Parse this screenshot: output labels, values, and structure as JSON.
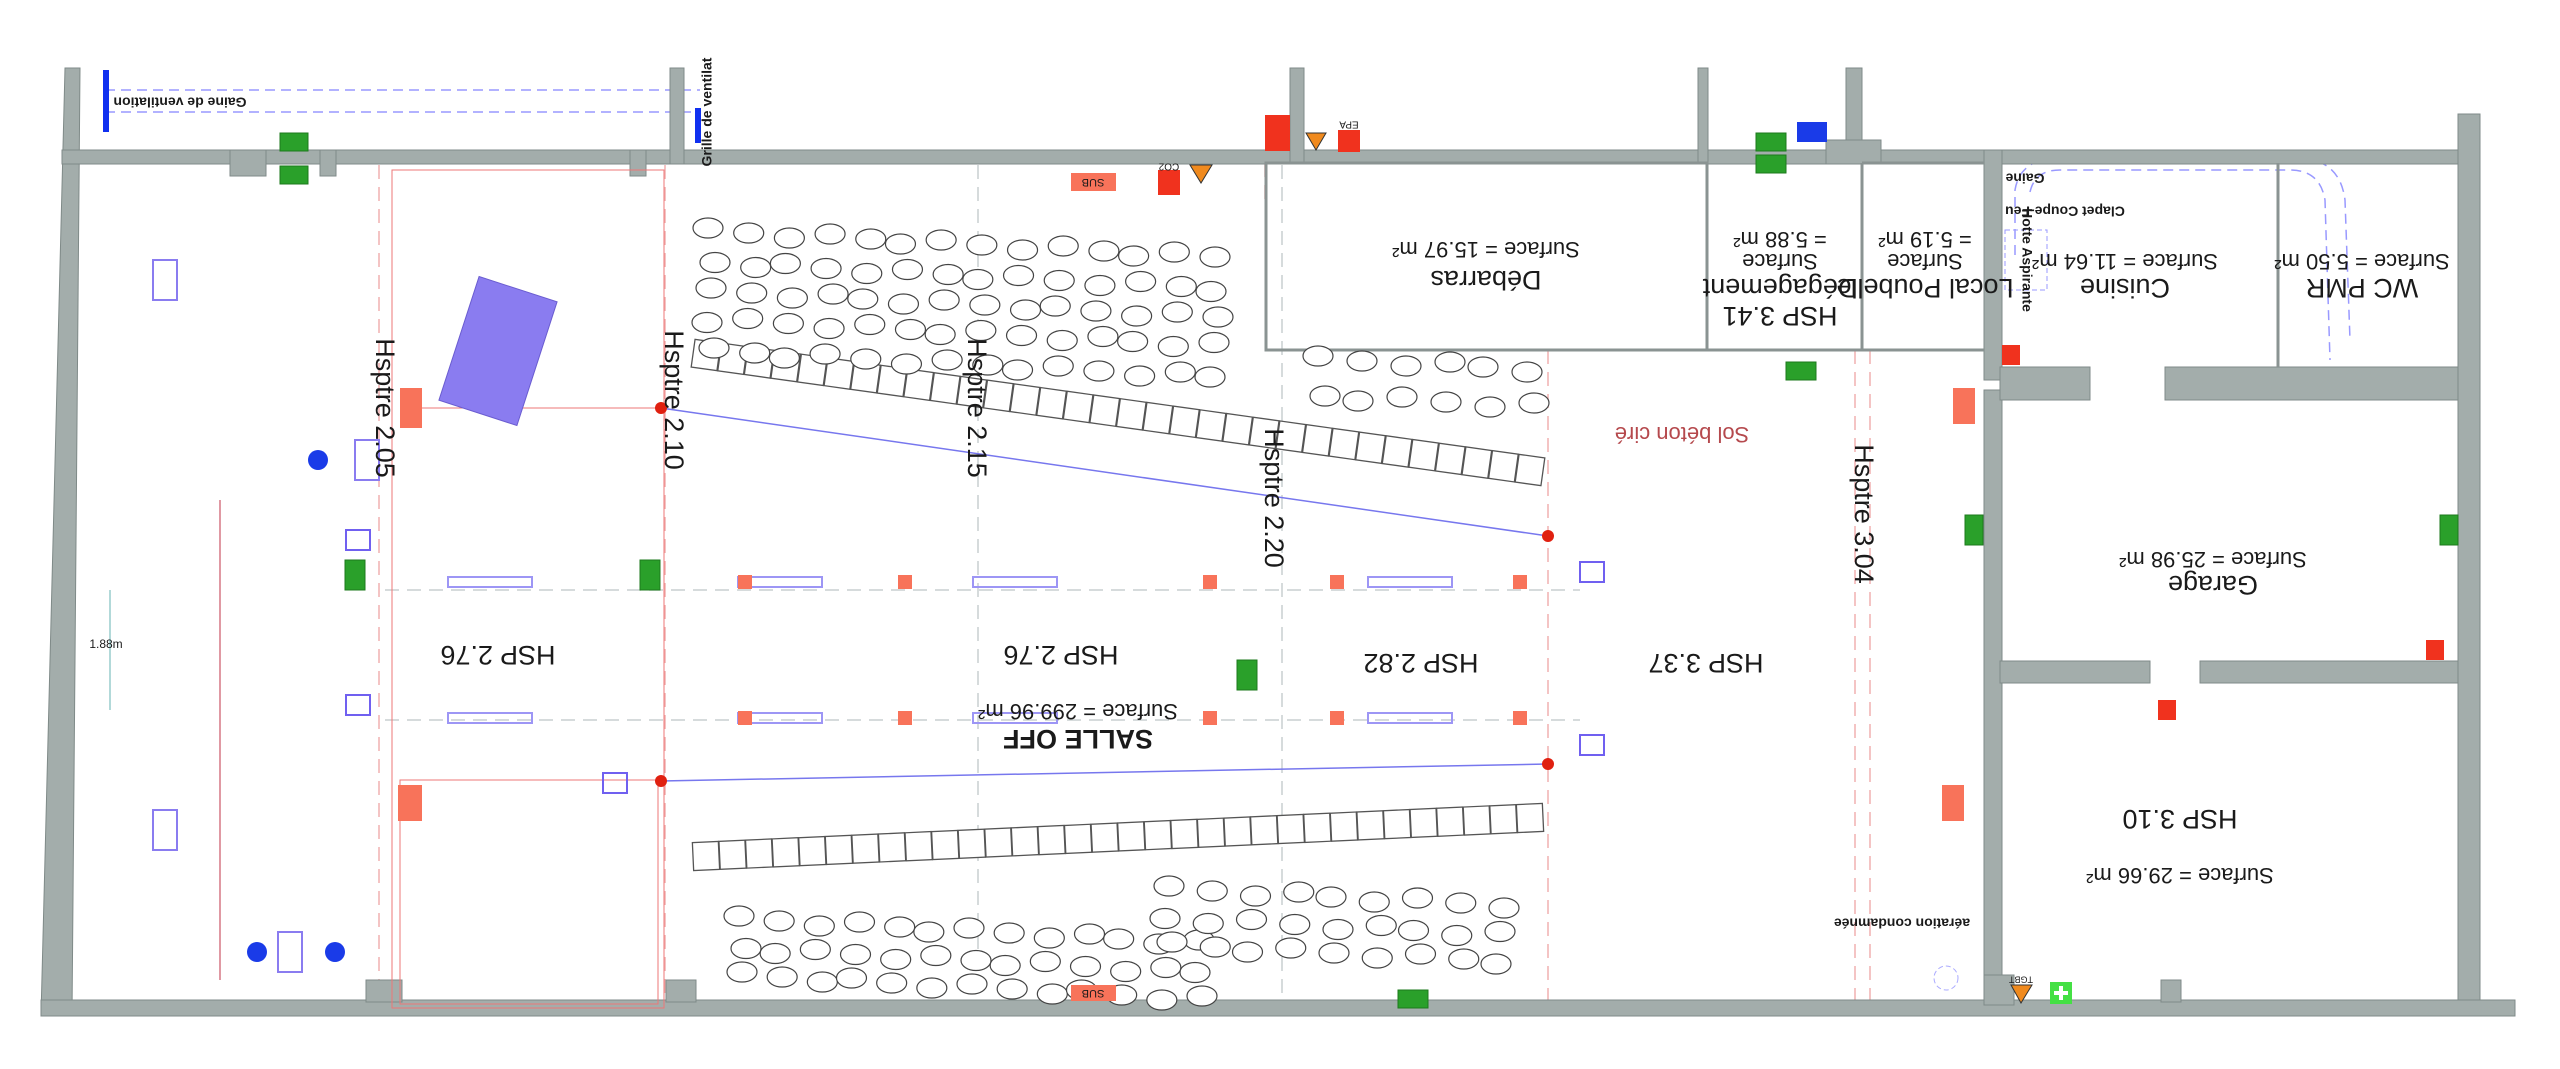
{
  "plan": {
    "rooms": {
      "salle": {
        "name": "SALLE OFF",
        "surface": "Surface = 299.96 m²",
        "hsp": [
          "HSP 2.76",
          "HSP 2.76",
          "HSP 2.82",
          "HSP 3.37"
        ]
      },
      "debarras": {
        "name": "Débarras",
        "surface": "Surface = 15.97 m²"
      },
      "degagement": {
        "hsp": "HSP 3.41",
        "name": "Dégagement",
        "surface_label": "Surface",
        "surface_value": "= 5.88 m²"
      },
      "local_poubelle": {
        "name": "Local Poubelle",
        "surface_label": "Surface",
        "surface_value": "= 5.19 m²"
      },
      "cuisine": {
        "name": "Cuisine",
        "surface": "Surface = 11.64 m²"
      },
      "wc_pmr": {
        "name": "WC PMR",
        "surface": "Surface = 5.50 m²"
      },
      "garage": {
        "name": "Garage",
        "surface": "Surface = 25.98 m²"
      },
      "back_room": {
        "hsp": "HSP 3.10",
        "surface": "Surface = 29.66 m²"
      }
    },
    "beam_heights": [
      "Hsptre 2.05",
      "Hsptre 2.10",
      "Hsptre 2.15",
      "Hsptre 2.20",
      "Hsptre 3.04"
    ],
    "annotations": {
      "floor": "Sol béton ciré",
      "aeration": "aération condamnée",
      "gaine_ventilation": "Gaine de ventilation",
      "grille": "Grille de ventilat",
      "hotte": "Hotte Aspirante",
      "gaine": "Gaine",
      "clapet": "Clapet Coupe-Feu",
      "dimension": "1.88m"
    },
    "signs": {
      "epa": "EPA",
      "co2": "CO2",
      "tgbt": "TGBT",
      "sub": "SUB"
    },
    "colors": {
      "wall": "#a3adab",
      "exit": "#2aa02a",
      "extinguisher": "#f0321e",
      "furniture": "#8a7cf0",
      "hazard": "#f08a1e"
    }
  }
}
